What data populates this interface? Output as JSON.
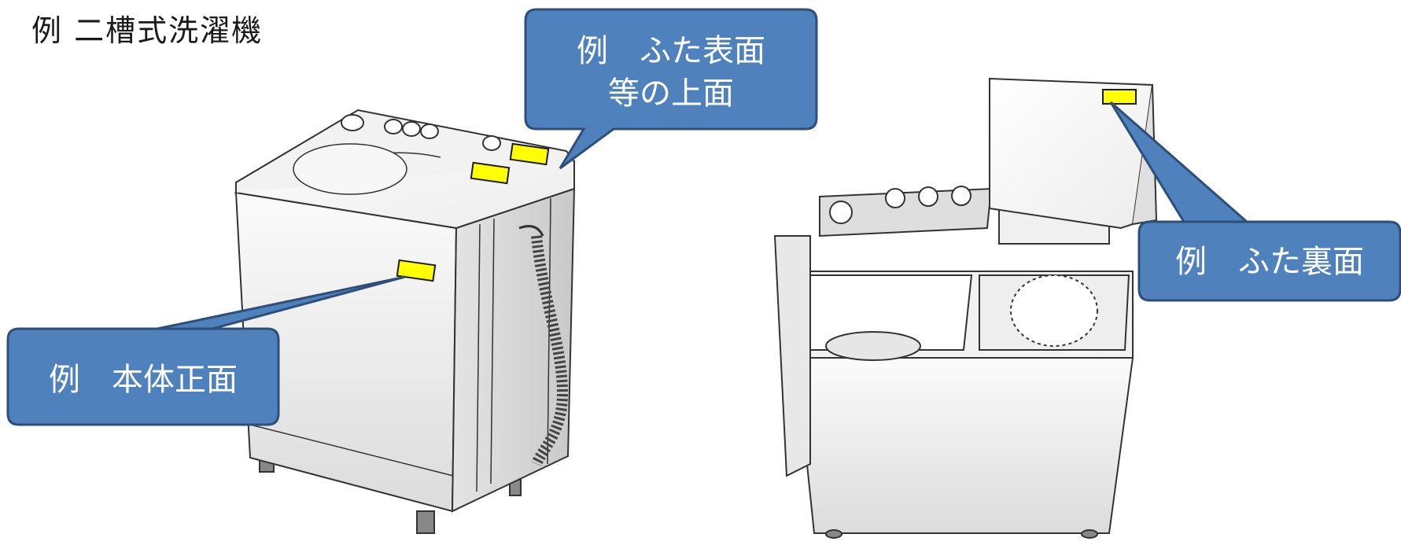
{
  "title": "例  二槽式洗濯機",
  "callouts": {
    "lid_top": {
      "line1": "例　ふた表面",
      "line2": "等の上面"
    },
    "body_front": {
      "text": "例　本体正面"
    },
    "lid_back": {
      "text": "例　ふた裏面"
    }
  },
  "colors": {
    "callout_fill": "#4f81bd",
    "callout_stroke": "#2e4f7a",
    "label_fill": "#ffff00",
    "label_stroke": "#1a1a1a",
    "outline": "#333333"
  }
}
